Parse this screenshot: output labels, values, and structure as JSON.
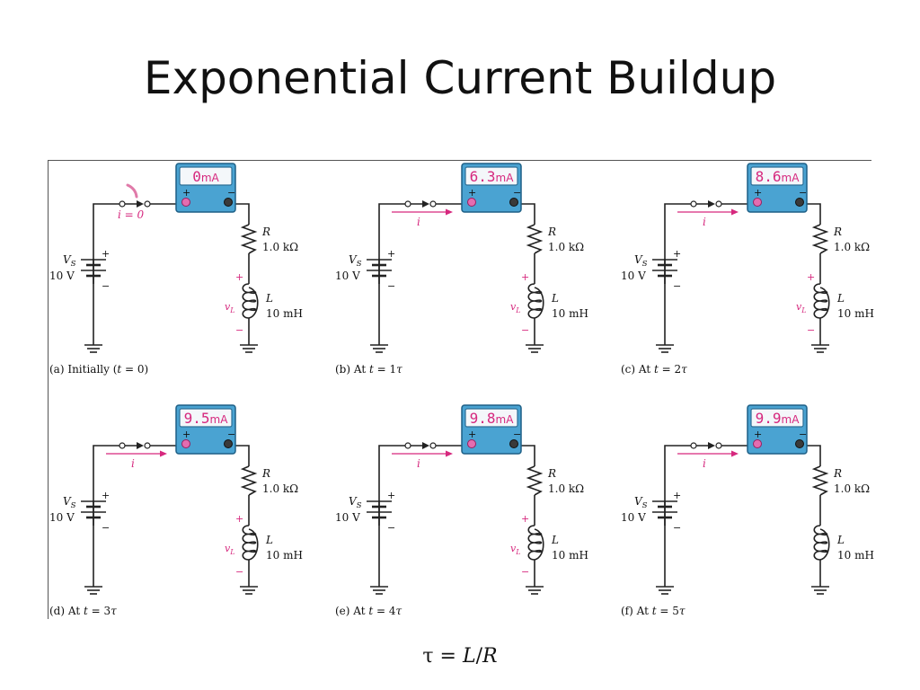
{
  "title": "Exponential Current Buildup",
  "formula": {
    "tau": "τ",
    "eq": " = ",
    "L": "L",
    "slash": "/",
    "R": "R"
  },
  "panels": [
    {
      "caption": "(a) Initially (t = 0)",
      "reading": "0",
      "unit": "mA",
      "current_label": "i = 0",
      "polarity": true
    },
    {
      "caption": "(b) At t = 1τ",
      "reading": "6.3",
      "unit": "mA",
      "current_label": "i",
      "polarity": true
    },
    {
      "caption": "(c) At t = 2τ",
      "reading": "8.6",
      "unit": "mA",
      "current_label": "i",
      "polarity": true
    },
    {
      "caption": "(d) At t = 3τ",
      "reading": "9.5",
      "unit": "mA",
      "current_label": "i",
      "polarity": true
    },
    {
      "caption": "(e) At t = 4τ",
      "reading": "9.8",
      "unit": "mA",
      "current_label": "i",
      "polarity": true
    },
    {
      "caption": "(f) At t = 5τ",
      "reading": "9.9",
      "unit": "mA",
      "current_label": "i",
      "polarity": false
    }
  ],
  "labels": {
    "source_symbol": "V",
    "source_sub": "S",
    "source_value": "10 V",
    "resistor_symbol": "R",
    "resistor_value": "1.0 kΩ",
    "inductor_symbol": "L",
    "inductor_value": "10 mH",
    "inductor_voltage": "v",
    "inductor_voltage_sub": "L",
    "plus": "+",
    "minus": "−"
  },
  "colors": {
    "accent": "#d6287e",
    "meter_body": "#4aa3d2"
  }
}
